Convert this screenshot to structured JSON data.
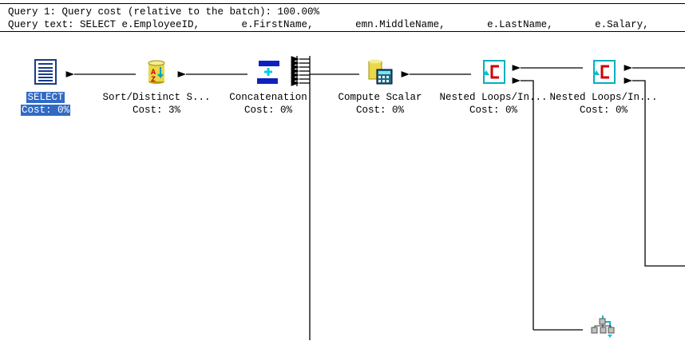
{
  "header": {
    "line1": "Query 1: Query cost (relative to the batch): 100.00%",
    "line2": "Query text: SELECT e.EmployeeID,       e.FirstName,       emn.MiddleName,       e.LastName,       e.Salary,"
  },
  "nodes": [
    {
      "name": "SELECT",
      "cost": "Cost: 0%",
      "icon": "select-icon",
      "selected": true
    },
    {
      "name": "Sort/Distinct S...",
      "cost": "Cost: 3%",
      "icon": "sort-icon"
    },
    {
      "name": "Concatenation",
      "cost": "Cost: 0%",
      "icon": "concatenation-icon"
    },
    {
      "name": "Compute Scalar",
      "cost": "Cost: 0%",
      "icon": "compute-scalar-icon"
    },
    {
      "name": "Nested Loops/In...",
      "cost": "Cost: 0%",
      "icon": "nested-loops-icon"
    },
    {
      "name": "Nested Loops/In...",
      "cost": "Cost: 0%",
      "icon": "nested-loops-icon"
    }
  ],
  "colors": {
    "selection": "#316ac5",
    "accent_cyan": "#00c0c0",
    "accent_red": "#d00000"
  }
}
